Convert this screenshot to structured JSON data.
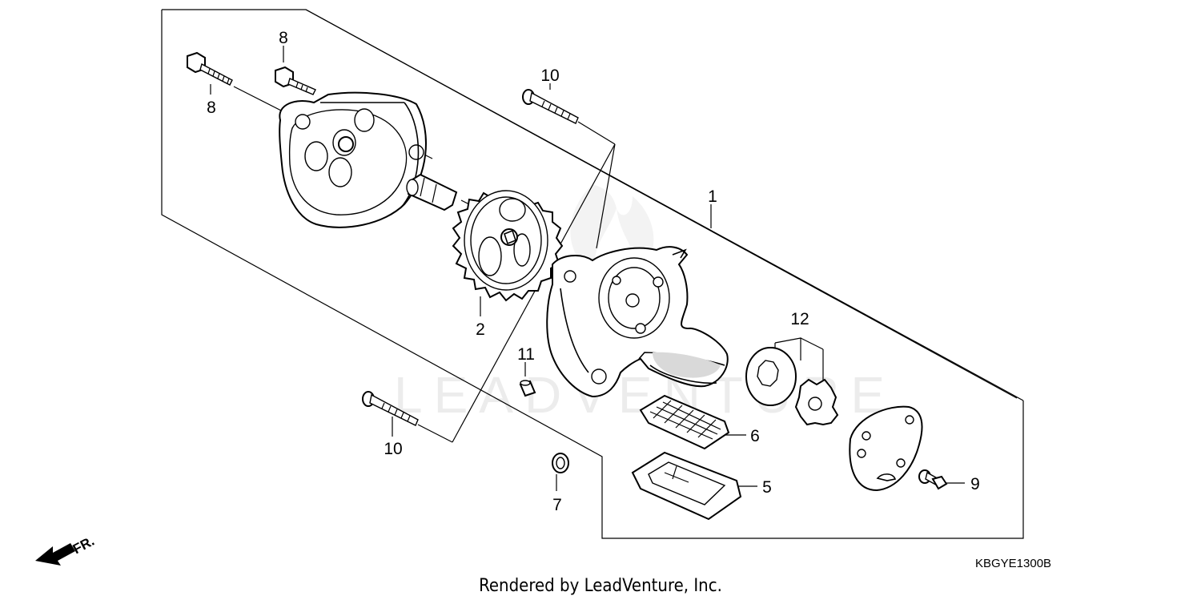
{
  "diagram": {
    "watermark": "LEADVENTURE",
    "diagram_code": "KBGYE1300B",
    "credit": "Rendered by LeadVenture, Inc.",
    "front_arrow_label": "FR.",
    "callouts": {
      "c1": "1",
      "c2": "2",
      "c5": "5",
      "c6": "6",
      "c7": "7",
      "c8a": "8",
      "c8b": "8",
      "c9": "9",
      "c10a": "10",
      "c10b": "10",
      "c11": "11",
      "c12": "12"
    }
  }
}
